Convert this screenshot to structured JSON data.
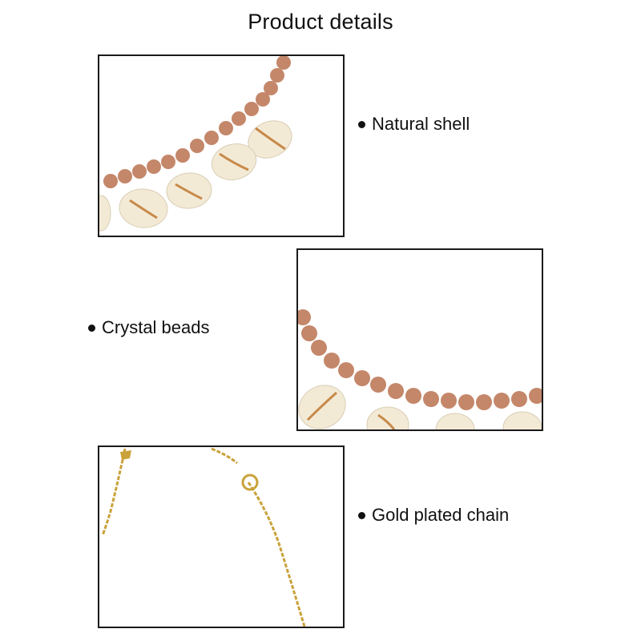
{
  "title": "Product details",
  "features": [
    {
      "label": "Natural shell",
      "image_icon": "shell-necklace-closeup"
    },
    {
      "label": "Crystal beads",
      "image_icon": "crystal-bead-strand-closeup"
    },
    {
      "label": "Gold plated chain",
      "image_icon": "gold-chain-closeup"
    }
  ],
  "colors": {
    "bead": "#c4876a",
    "shell": "#f3ead6",
    "shell_slit": "#c78a4a",
    "gold": "#c9a23a",
    "border": "#1a1a1a"
  }
}
